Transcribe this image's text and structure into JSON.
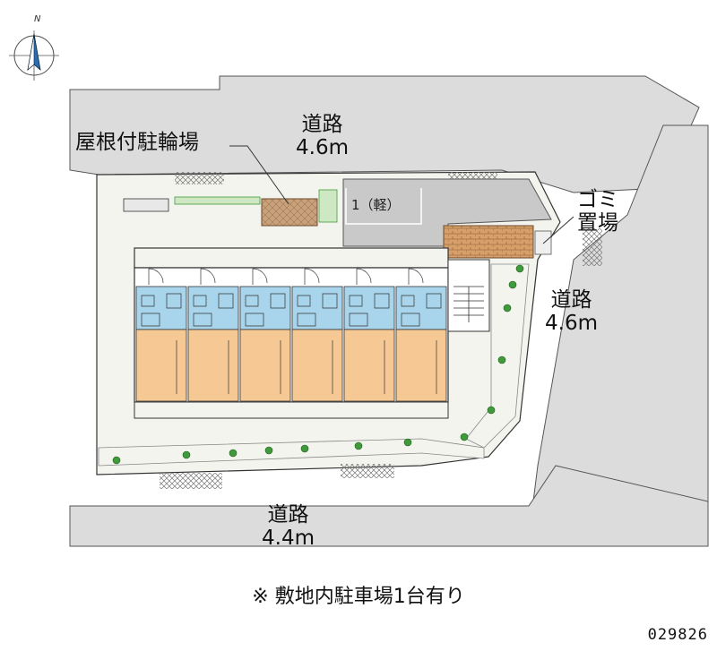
{
  "labels": {
    "road_north": {
      "name": "道路",
      "width": "4.6m"
    },
    "road_east": {
      "name": "道路",
      "width": "4.6m"
    },
    "road_south": {
      "name": "道路",
      "width": "4.4m"
    },
    "bicycle_parking": "屋根付駐輪場",
    "garbage_area": [
      "ゴミ",
      "置場"
    ],
    "parking_space": "1（軽）",
    "compass_letter": "N"
  },
  "note": "※ 敷地内駐車場1台有り",
  "plan_id": "029826",
  "colors": {
    "road": "#dcdcdc",
    "site": "#f4f4ef",
    "inner_yard": "#ebe9e3",
    "parking_pavement": "#c9c9c9",
    "unit_wet_area": "#a8d4ec",
    "unit_living": "#f6c893",
    "bicycle_roof": "#c9a27c",
    "garbage_shed": "#c99a6a",
    "shrub": "#3f9a3a",
    "outline": "#333333"
  },
  "icons": [
    "compass-rose-icon"
  ]
}
